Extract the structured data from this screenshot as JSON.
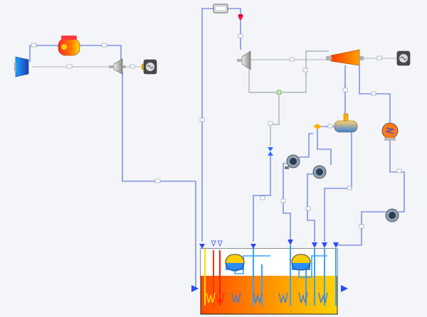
{
  "diagram": {
    "type": "process-flow",
    "components": [
      {
        "name": "compressor",
        "kind": "compressor-icon"
      },
      {
        "name": "combustion-chamber",
        "kind": "burner-icon"
      },
      {
        "name": "gas-turbine",
        "kind": "turbine-icon"
      },
      {
        "name": "generator-1",
        "kind": "generator-icon"
      },
      {
        "name": "heater",
        "kind": "heater-icon"
      },
      {
        "name": "steam-turbine-hp",
        "kind": "turbine-icon"
      },
      {
        "name": "steam-turbine-lp",
        "kind": "turbine-icon"
      },
      {
        "name": "generator-2",
        "kind": "generator-icon"
      },
      {
        "name": "condenser",
        "kind": "condenser-icon"
      },
      {
        "name": "deaerator",
        "kind": "tank-icon"
      },
      {
        "name": "pump-1",
        "kind": "pump-icon"
      },
      {
        "name": "pump-2",
        "kind": "pump-icon"
      },
      {
        "name": "pump-3",
        "kind": "pump-icon"
      },
      {
        "name": "throttle-valve",
        "kind": "valve-icon"
      },
      {
        "name": "hrsg",
        "kind": "heat-recovery-steam-generator"
      }
    ],
    "colors": {
      "pipe": "#7f93e8",
      "hrsg_hot": "#ff4a00",
      "hrsg_cold": "#ffd400",
      "drum_top": "#ffcc00",
      "drum_bottom": "#2a8cff"
    }
  }
}
